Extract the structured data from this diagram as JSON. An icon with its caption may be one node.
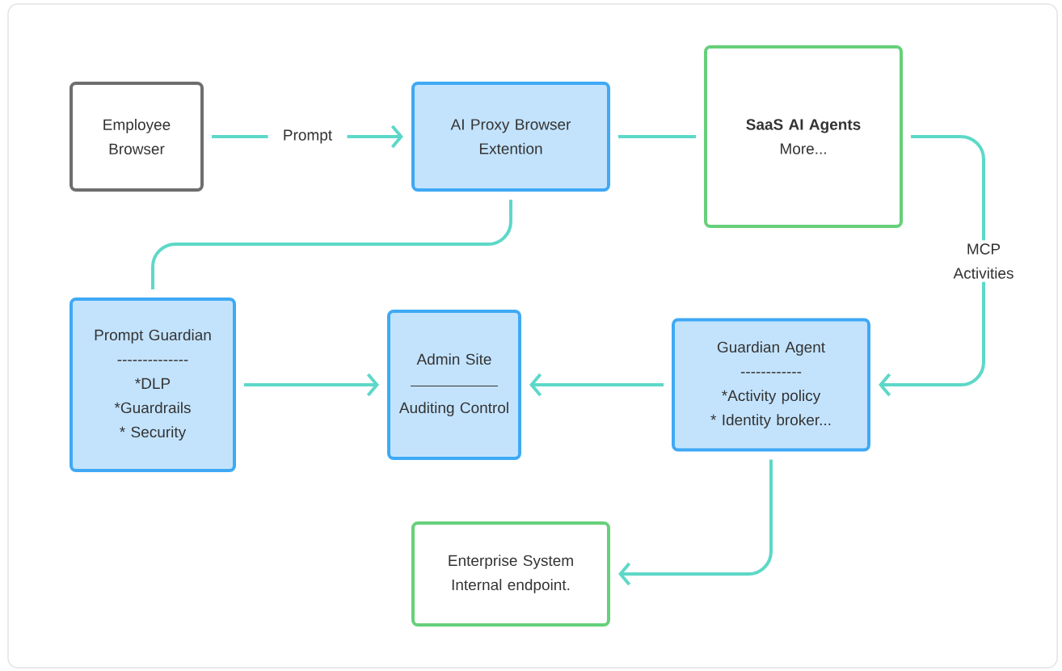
{
  "diagram": {
    "nodes": [
      {
        "text": [
          "Employee Browser"
        ]
      },
      {
        "text": [
          "AI Proxy Browser Extention"
        ]
      },
      {
        "text": [
          "SaaS AI Agents",
          "More..."
        ]
      },
      {
        "text": [
          "Prompt Guardian",
          "--------------",
          "*DLP",
          "*Guardrails",
          "* Security"
        ]
      },
      {
        "text": [
          "Admin Site",
          "Auditing Control"
        ]
      },
      {
        "text": [
          "Guardian Agent",
          "------------",
          "*Activity policy",
          "* Identity broker..."
        ]
      },
      {
        "text": [
          "Enterprise System Internal endpoint."
        ]
      }
    ],
    "edges": [
      {
        "from": 0,
        "to": 1,
        "arrow": "to",
        "label": "Prompt"
      },
      {
        "from": 1,
        "to": 2,
        "arrow": "none"
      },
      {
        "from": 1,
        "to": 3,
        "arrow": "none"
      },
      {
        "from": 2,
        "to": 5,
        "arrow": "to",
        "label": "MCP Activities"
      },
      {
        "from": 3,
        "to": 4,
        "arrow": "to"
      },
      {
        "from": 5,
        "to": 4,
        "arrow": "to"
      },
      {
        "from": 5,
        "to": 6,
        "arrow": "to"
      }
    ]
  }
}
